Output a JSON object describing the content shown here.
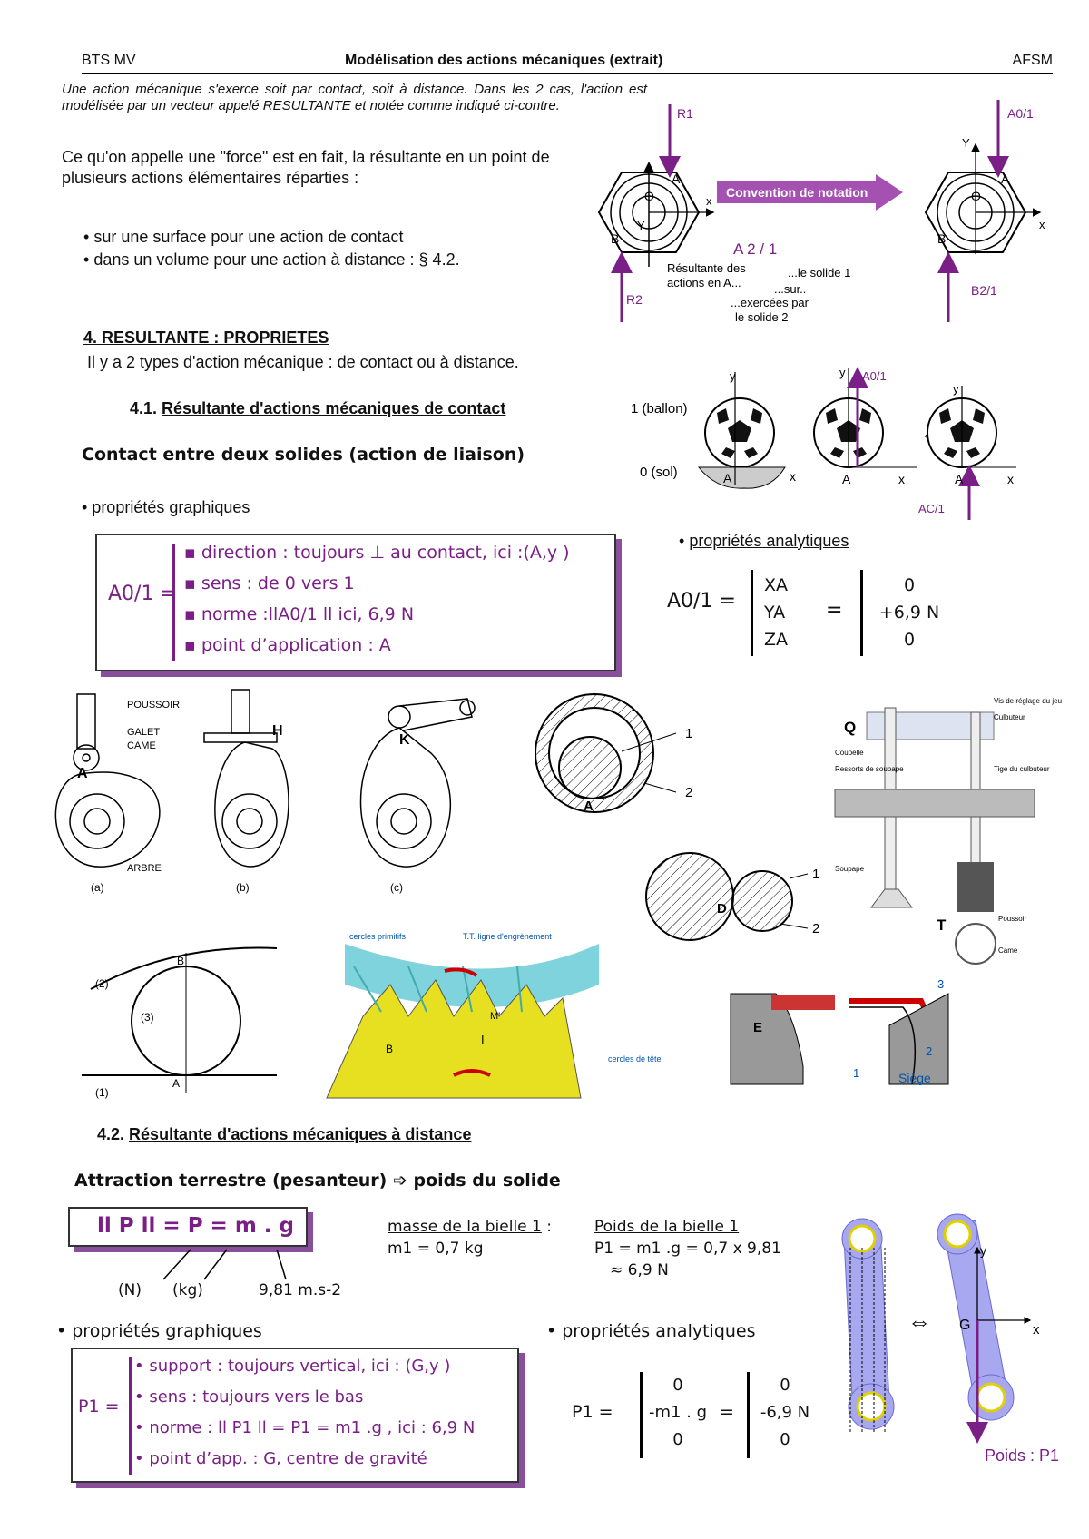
{
  "header": {
    "left": "BTS MV",
    "center": "Modélisation des actions mécaniques (extrait)",
    "right": "AFSM"
  },
  "intro": {
    "italic": "Une action mécanique s'exerce soit par contact, soit à distance. Dans les 2 cas, l'action est modélisée par un vecteur appelé RESULTANTE et notée comme indiqué ci-contre.",
    "force_text": "Ce qu'on appelle une \"force\" est en fait, la résultante en un point de plusieurs actions élémentaires réparties :",
    "bullet1": "sur une surface pour une action de contact",
    "bullet2": "dans un volume pour une action à distance :  § 4.2."
  },
  "notation": {
    "arrow_label": "Convention de notation",
    "r1": "R1",
    "r2": "R2",
    "a01": "A0/1",
    "b21": "B2/1",
    "a21": "A 2 / 1",
    "res1": "Résultante des",
    "res2": "actions en A...",
    "solide1": "...le solide 1",
    "sur": "...sur..",
    "exercees": "...exercées par",
    "solide2": "le solide 2",
    "O": "O",
    "A": "A",
    "B": "B",
    "x": "x",
    "y": "Y"
  },
  "section4": {
    "title": "4. RESULTANTE : PROPRIETES",
    "text": "Il y a 2 types d'action mécanique : de contact ou à distance."
  },
  "section41": {
    "num": "4.1.",
    "title": "Résultante d'actions mécaniques de contact",
    "subtitle": "Contact entre deux solides (action de liaison)",
    "graph_label": "• propriétés graphiques",
    "analytic_label": "propriétés analytiques"
  },
  "ballon": {
    "label1": "1 (ballon)",
    "label0": "0 (sol)",
    "a01": "A0/1",
    "ac1": "AC/1",
    "A": "A",
    "x": "x",
    "y": "y"
  },
  "box1": {
    "lhs": "A0/1 =",
    "items": [
      "direction : toujours ⊥ au contact, ici :(A,y )",
      "sens : de 0 vers 1",
      "norme :llA0/1 ll ici, 6,9 N",
      "point d’application : A"
    ]
  },
  "analytic1": {
    "lhs": "A0/1 =",
    "rows": [
      "XA",
      "YA",
      "ZA"
    ],
    "eq": "=",
    "vals": [
      "0",
      "+6,9 N",
      "0"
    ]
  },
  "figs": {
    "poussoir": "POUSSOIR",
    "galet": "GALET",
    "came": "CAME",
    "arbre": "ARBRE",
    "a": "(a)",
    "b": "(b)",
    "c": "(c)",
    "A": "A",
    "H": "H",
    "K": "K",
    "one": "1",
    "two": "2",
    "D": "D",
    "Q": "Q",
    "T": "T",
    "E": "E",
    "three": "3",
    "siege": "Siège",
    "cercles": "cercles primitifs",
    "ligne": "T.T. ligne d'engrènement",
    "tete": "cercles de tête",
    "B": "B",
    "I": "I",
    "M": "M'",
    "rocker": [
      "Vis de réglage du jeu",
      "Culbuteur",
      "Coupelle",
      "Ressorts de soupape",
      "Tige du culbuteur",
      "Soupape",
      "Poussoir",
      "Came"
    ]
  },
  "section42": {
    "num": "4.2.",
    "title": "Résultante d'actions mécaniques à distance",
    "subtitle": "Attraction terrestre (pesanteur) ➩   poids du solide"
  },
  "formula": {
    "text": "ll P ll = P = m . g",
    "N": "(N)",
    "kg": "(kg)",
    "g": "9,81 m.s-2"
  },
  "masse": {
    "title": "masse de la bielle 1",
    "colon": " :",
    "val": "m1 = 0,7 kg"
  },
  "poids": {
    "title": "Poids de la bielle 1",
    "l1": "P1 = m1 .g = 0,7 x 9,81",
    "l2": "≈ 6,9 N"
  },
  "box2": {
    "lhs": "P1 =",
    "items": [
      "• support : toujours vertical, ici : (G,y )",
      "• sens : toujours vers le bas",
      "• norme : ll P1 ll = P1 = m1 .g , ici : 6,9 N",
      "• point d’app. : G, centre de gravité"
    ],
    "graph_label": "• propriétés graphiques",
    "analytic_label": "propriétés analytiques"
  },
  "analytic2": {
    "lhs": "P1  =",
    "col1": [
      "0",
      "-m1 . g",
      "0"
    ],
    "eq": "=",
    "col2": [
      "0",
      "-6,9 N",
      "0"
    ]
  },
  "bielle": {
    "G": "G",
    "x": "x",
    "y": "y",
    "poids": "Poids : P1",
    "equiv": "⇔"
  }
}
